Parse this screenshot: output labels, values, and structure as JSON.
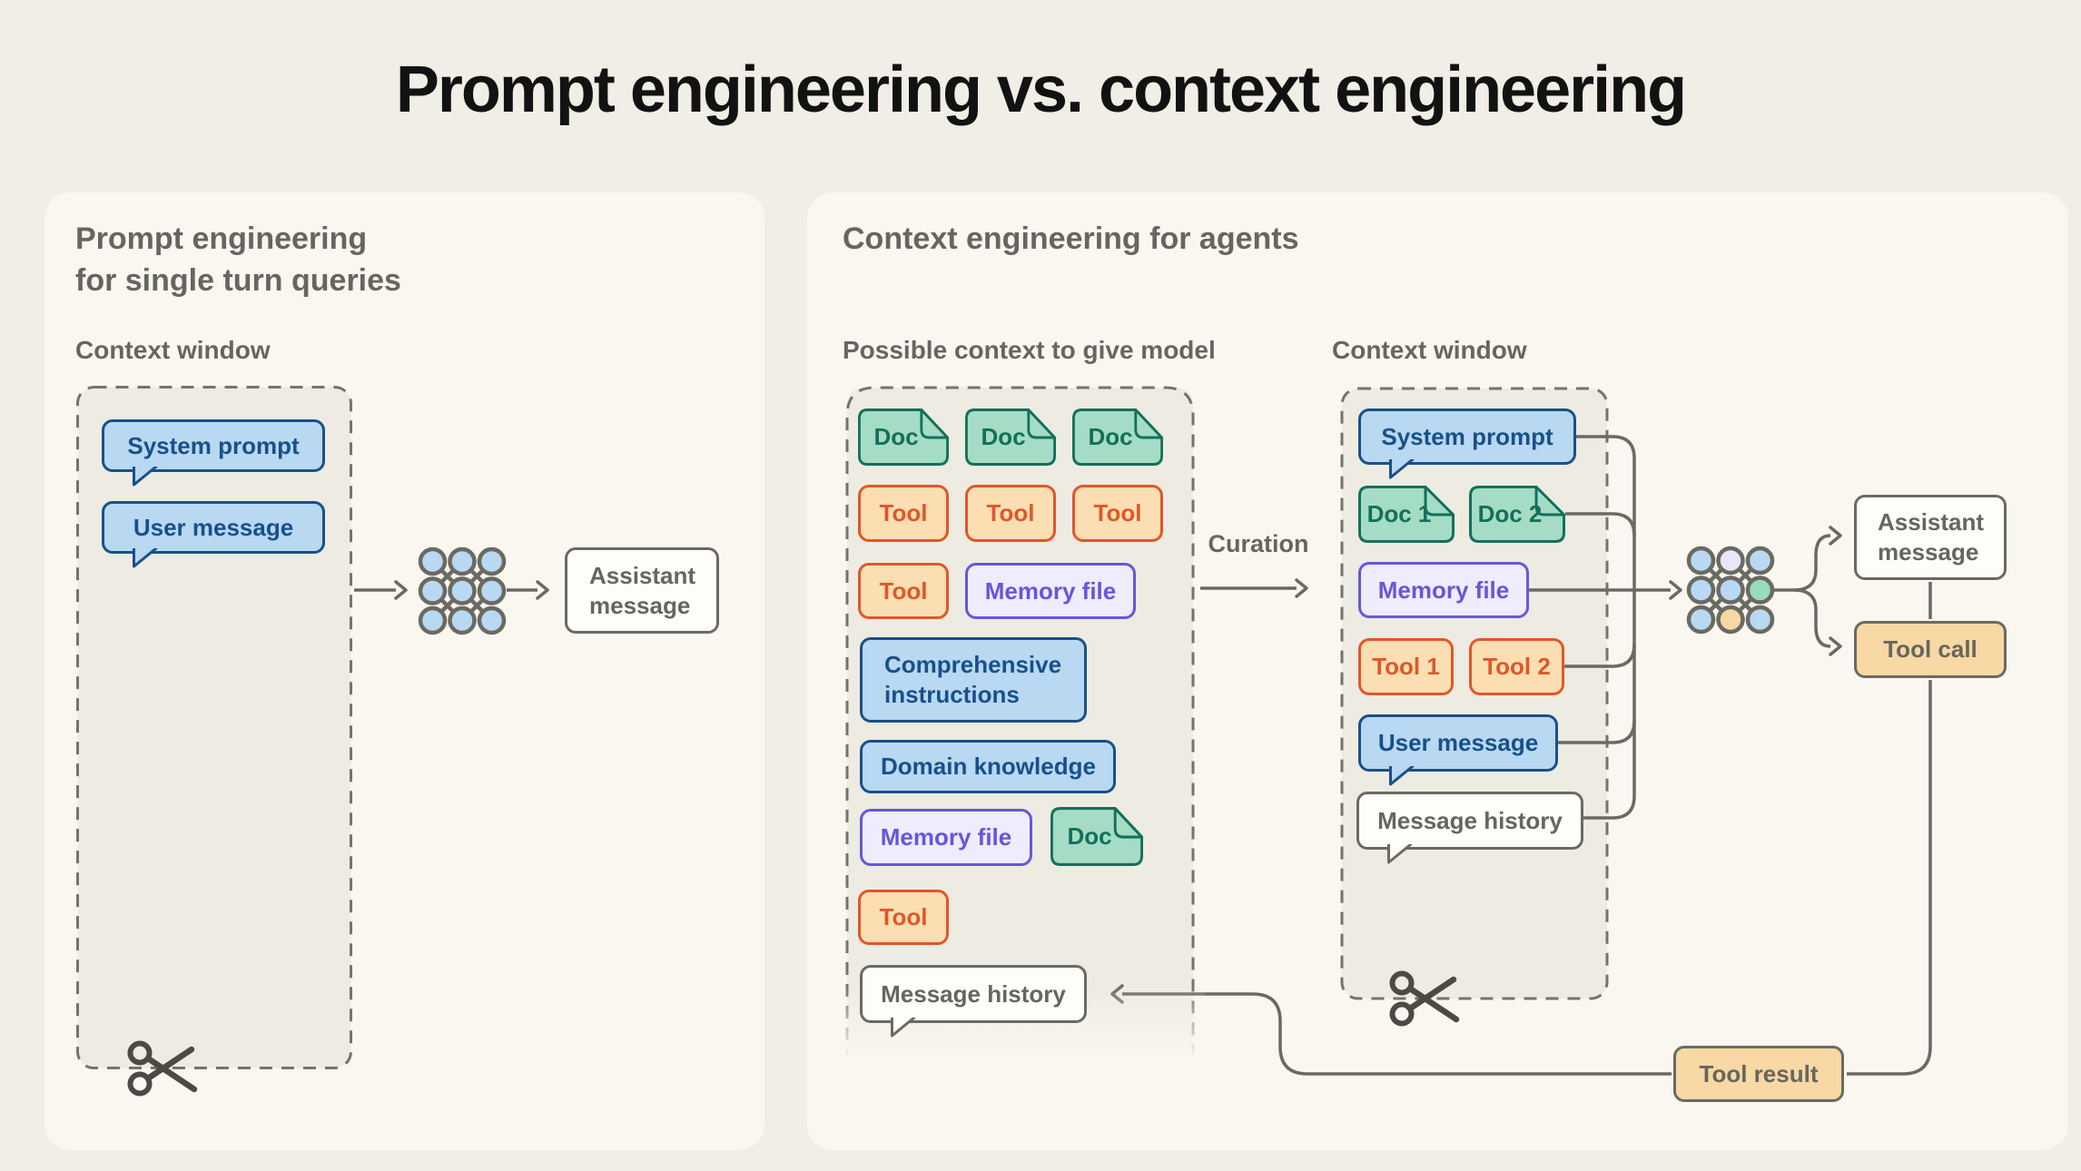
{
  "title": "Prompt engineering vs. context engineering",
  "left": {
    "heading": "Prompt engineering\nfor single turn queries",
    "context_window_label": "Context window",
    "system_prompt": "System prompt",
    "user_message": "User message",
    "assistant_message": "Assistant message"
  },
  "right": {
    "heading": "Context engineering for agents",
    "possible_label": "Possible context to give model",
    "context_window_label": "Context window",
    "curation": "Curation",
    "pool": {
      "docs": [
        "Doc",
        "Doc",
        "Doc"
      ],
      "tools_row": [
        "Tool",
        "Tool",
        "Tool"
      ],
      "tool_single": "Tool",
      "memory_file": "Memory file",
      "comprehensive_instructions": "Comprehensive instructions",
      "domain_knowledge": "Domain knowledge",
      "memory_file2": "Memory file",
      "doc_single": "Doc",
      "tool_last": "Tool",
      "message_history": "Message history"
    },
    "window": {
      "system_prompt": "System prompt",
      "doc1": "Doc 1",
      "doc2": "Doc 2",
      "memory_file": "Memory file",
      "tool1": "Tool 1",
      "tool2": "Tool 2",
      "user_message": "User message",
      "message_history": "Message history"
    },
    "outputs": {
      "assistant_message": "Assistant message",
      "tool_call": "Tool call",
      "tool_result": "Tool result"
    }
  },
  "icons": {
    "neural_network": "model (3x3 node grid)",
    "scissors": "context trimming scissors",
    "arrow": "flow arrow"
  },
  "colors": {
    "page_bg": "#f0eee6",
    "panel_bg": "#f9f7f0",
    "window_fill": "#edebe2",
    "line_gray": "#6b6a62",
    "text_gray": "#67665e",
    "blue_fill": "#b9d8f1",
    "blue_border": "#19508a",
    "green_fill": "#a5dcc6",
    "green_border": "#14705a",
    "orange_fill": "#fbdfb2",
    "orange_border": "#e0572a",
    "purple_fill": "#efecfd",
    "purple_border": "#6557da",
    "tan_fill": "#f8d8a4"
  }
}
